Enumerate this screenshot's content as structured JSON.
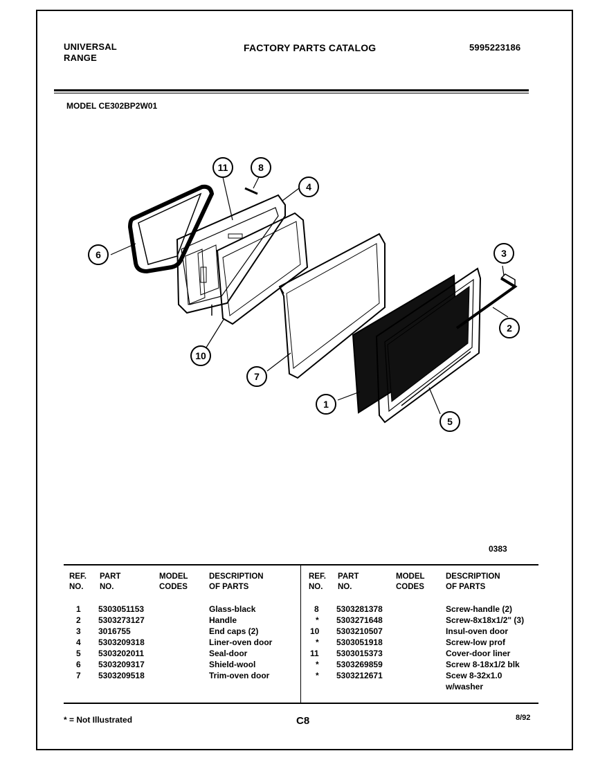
{
  "header": {
    "brand_line1": "UNIVERSAL",
    "brand_line2": "RANGE",
    "title": "FACTORY PARTS CATALOG",
    "catalog_number": "5995223186"
  },
  "model_line": "MODEL CE302BP2W01",
  "figure_code": "0383",
  "callouts": [
    "1",
    "2",
    "3",
    "4",
    "5",
    "6",
    "7",
    "8",
    "10",
    "11"
  ],
  "table": {
    "headers": {
      "ref_line1": "REF.",
      "ref_line2": "NO.",
      "part_line1": "PART",
      "part_line2": "NO.",
      "model_line1": "MODEL",
      "model_line2": "CODES",
      "desc_line1": "DESCRIPTION",
      "desc_line2": "OF PARTS"
    },
    "left_rows": [
      {
        "ref": "1",
        "part": "5303051153",
        "desc": "Glass-black"
      },
      {
        "ref": "2",
        "part": "5303273127",
        "desc": "Handle"
      },
      {
        "ref": "3",
        "part": "3016755",
        "desc": "End caps (2)"
      },
      {
        "ref": "4",
        "part": "5303209318",
        "desc": "Liner-oven door"
      },
      {
        "ref": "5",
        "part": "5303202011",
        "desc": "Seal-door"
      },
      {
        "ref": "6",
        "part": "5303209317",
        "desc": "Shield-wool"
      },
      {
        "ref": "7",
        "part": "5303209518",
        "desc": "Trim-oven door"
      }
    ],
    "right_rows": [
      {
        "ref": "8",
        "part": "5303281378",
        "desc": "Screw-handle (2)"
      },
      {
        "ref": "*",
        "part": "5303271648",
        "desc": "Screw-8x18x1/2\" (3)"
      },
      {
        "ref": "10",
        "part": "5303210507",
        "desc": "Insul-oven door"
      },
      {
        "ref": "*",
        "part": "5303051918",
        "desc": "Screw-low prof"
      },
      {
        "ref": "11",
        "part": "5303015373",
        "desc": "Cover-door liner"
      },
      {
        "ref": "*",
        "part": "5303269859",
        "desc": "Screw 8-18x1/2 blk"
      },
      {
        "ref": "*",
        "part": "5303212671",
        "desc": "Scew 8-32x1.0"
      },
      {
        "ref": "",
        "part": "",
        "desc": "w/washer"
      }
    ]
  },
  "footer": {
    "note": "* = Not Illustrated",
    "page": "C8",
    "date": "8/92"
  }
}
